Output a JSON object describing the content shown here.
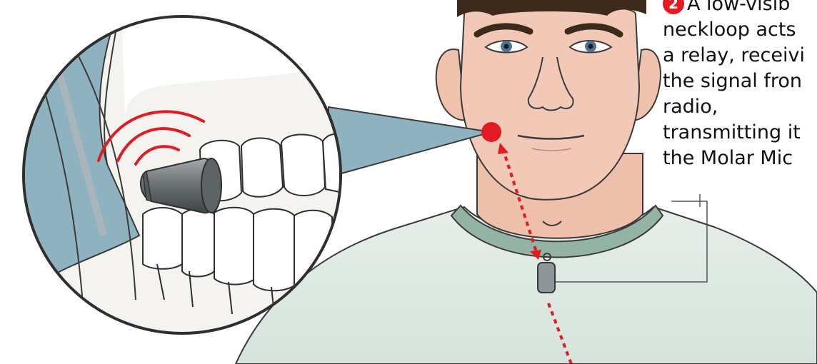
{
  "caption": {
    "number": "2",
    "lines": [
      "A low-visib",
      "neckloop acts",
      "a relay, receivi",
      "the signal fron",
      "radio,",
      "transmitting it",
      "the Molar Mic"
    ]
  },
  "icons": [
    "tooth-microphone-icon",
    "signal-waves-icon",
    "neckloop-icon"
  ],
  "colors": {
    "accent_red": "#e21b22",
    "skin": "#f2c9b7",
    "hair": "#3d2a1a",
    "shirt": "#dfe9e3",
    "collar": "#93b3a4",
    "callout_blue": "#8fb2c0",
    "device_gray": "#6e7376"
  }
}
